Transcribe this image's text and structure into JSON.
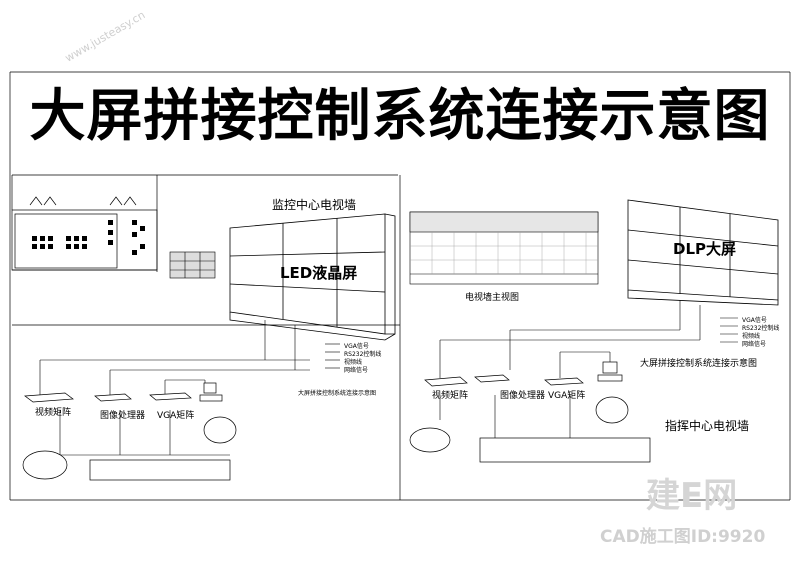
{
  "title": "大屏拼接控制系统连接示意图",
  "left_panel": {
    "wall_caption": "监控中心电视墙",
    "screen_label": "LED液晶屏",
    "legend": [
      "VGA信号",
      "RS232控制线",
      "视频线",
      "网络信号"
    ],
    "matrix_label": "视频矩阵",
    "processor_label": "图像处理器",
    "vga_label": "VGA矩阵",
    "caption_small": "大屏拼接控制系统连接示意图"
  },
  "right_panel": {
    "front_view_caption": "电视墙主视图",
    "screen_label": "DLP大屏",
    "legend": [
      "VGA信号",
      "RS232控制线",
      "视频线",
      "网络信号"
    ],
    "matrix_label": "视频矩阵",
    "processor_label": "图像处理器",
    "vga_label": "VGA矩阵",
    "diagram_caption": "大屏拼接控制系统连接示意图",
    "center_caption": "指挥中心电视墙"
  },
  "watermark": {
    "logo": "建E网",
    "id_text": "CAD施工图ID:9920",
    "repeat_text": "www.justeasy.cn"
  },
  "colors": {
    "line": "#000000",
    "watermark": "#c8c8c8"
  }
}
